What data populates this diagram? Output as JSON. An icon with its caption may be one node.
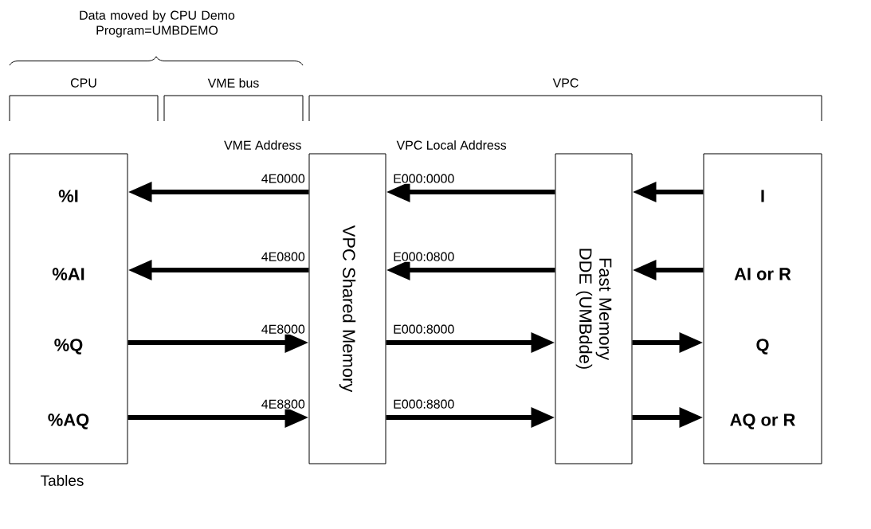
{
  "diagram": {
    "nodes": [
      {
        "text": [
          "%I",
          "%AI",
          "%Q",
          "%AQ"
        ],
        "beside": [
          "Tables"
        ]
      },
      {
        "text": [
          "VPC Shared Memory"
        ]
      },
      {
        "text": [
          "Fast Memory DDE (UMBdde)"
        ]
      },
      {
        "text": [
          "I",
          "AI or R",
          "Q",
          "AQ or R"
        ]
      }
    ],
    "edges": [
      {
        "from": 1,
        "to": 0,
        "arrow": "to",
        "label": "4E0000"
      },
      {
        "from": 1,
        "to": 0,
        "arrow": "to",
        "label": "4E0800"
      },
      {
        "from": 0,
        "to": 1,
        "arrow": "to",
        "label": "4E8000"
      },
      {
        "from": 0,
        "to": 1,
        "arrow": "to",
        "label": "4E8800"
      },
      {
        "from": 2,
        "to": 1,
        "arrow": "to",
        "label": "E000:0000"
      },
      {
        "from": 2,
        "to": 1,
        "arrow": "to",
        "label": "E000:0800"
      },
      {
        "from": 1,
        "to": 2,
        "arrow": "to",
        "label": "E000:8000"
      },
      {
        "from": 1,
        "to": 2,
        "arrow": "to",
        "label": "E000:8800"
      },
      {
        "from": 3,
        "to": 2,
        "arrow": "to"
      },
      {
        "from": 3,
        "to": 2,
        "arrow": "to"
      },
      {
        "from": 2,
        "to": 3,
        "arrow": "to"
      },
      {
        "from": 2,
        "to": 3,
        "arrow": "to"
      }
    ],
    "labels": [
      "Data moved by CPU Demo Program=UMBDEMO",
      "CPU",
      "VME bus",
      "VPC",
      "VME Address",
      "VPC Local Address"
    ]
  }
}
